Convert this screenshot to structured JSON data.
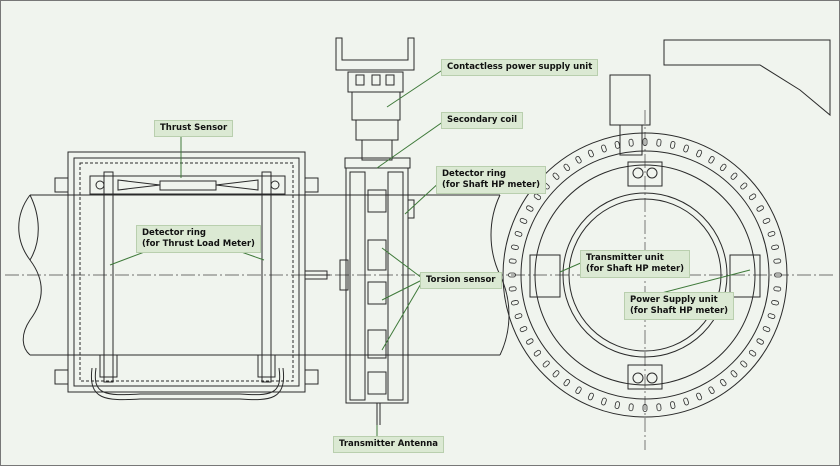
{
  "labels": {
    "contactless_power_supply_unit": "Contactless power supply unit",
    "secondary_coil": "Secondary coil",
    "thrust_sensor": "Thrust Sensor",
    "detector_ring_shaft_hp_line1": "Detector ring",
    "detector_ring_shaft_hp_line2": "(for Shaft HP meter)",
    "detector_ring_thrust_line1": "Detector ring",
    "detector_ring_thrust_line2": "(for Thrust Load Meter)",
    "torsion_sensor": "Torsion sensor",
    "transmitter_unit_line1": "Transmitter unit",
    "transmitter_unit_line2": "(for Shaft HP meter)",
    "power_supply_unit_line1": "Power Supply unit",
    "power_supply_unit_line2": "(for Shaft HP meter)",
    "transmitter_antenna": "Transmitter Antenna"
  },
  "colors": {
    "background": "#f0f4ee",
    "label_fill": "#dbe9d3",
    "drawing_line": "#2a2a2a",
    "leader_line": "#3f7a3a"
  }
}
